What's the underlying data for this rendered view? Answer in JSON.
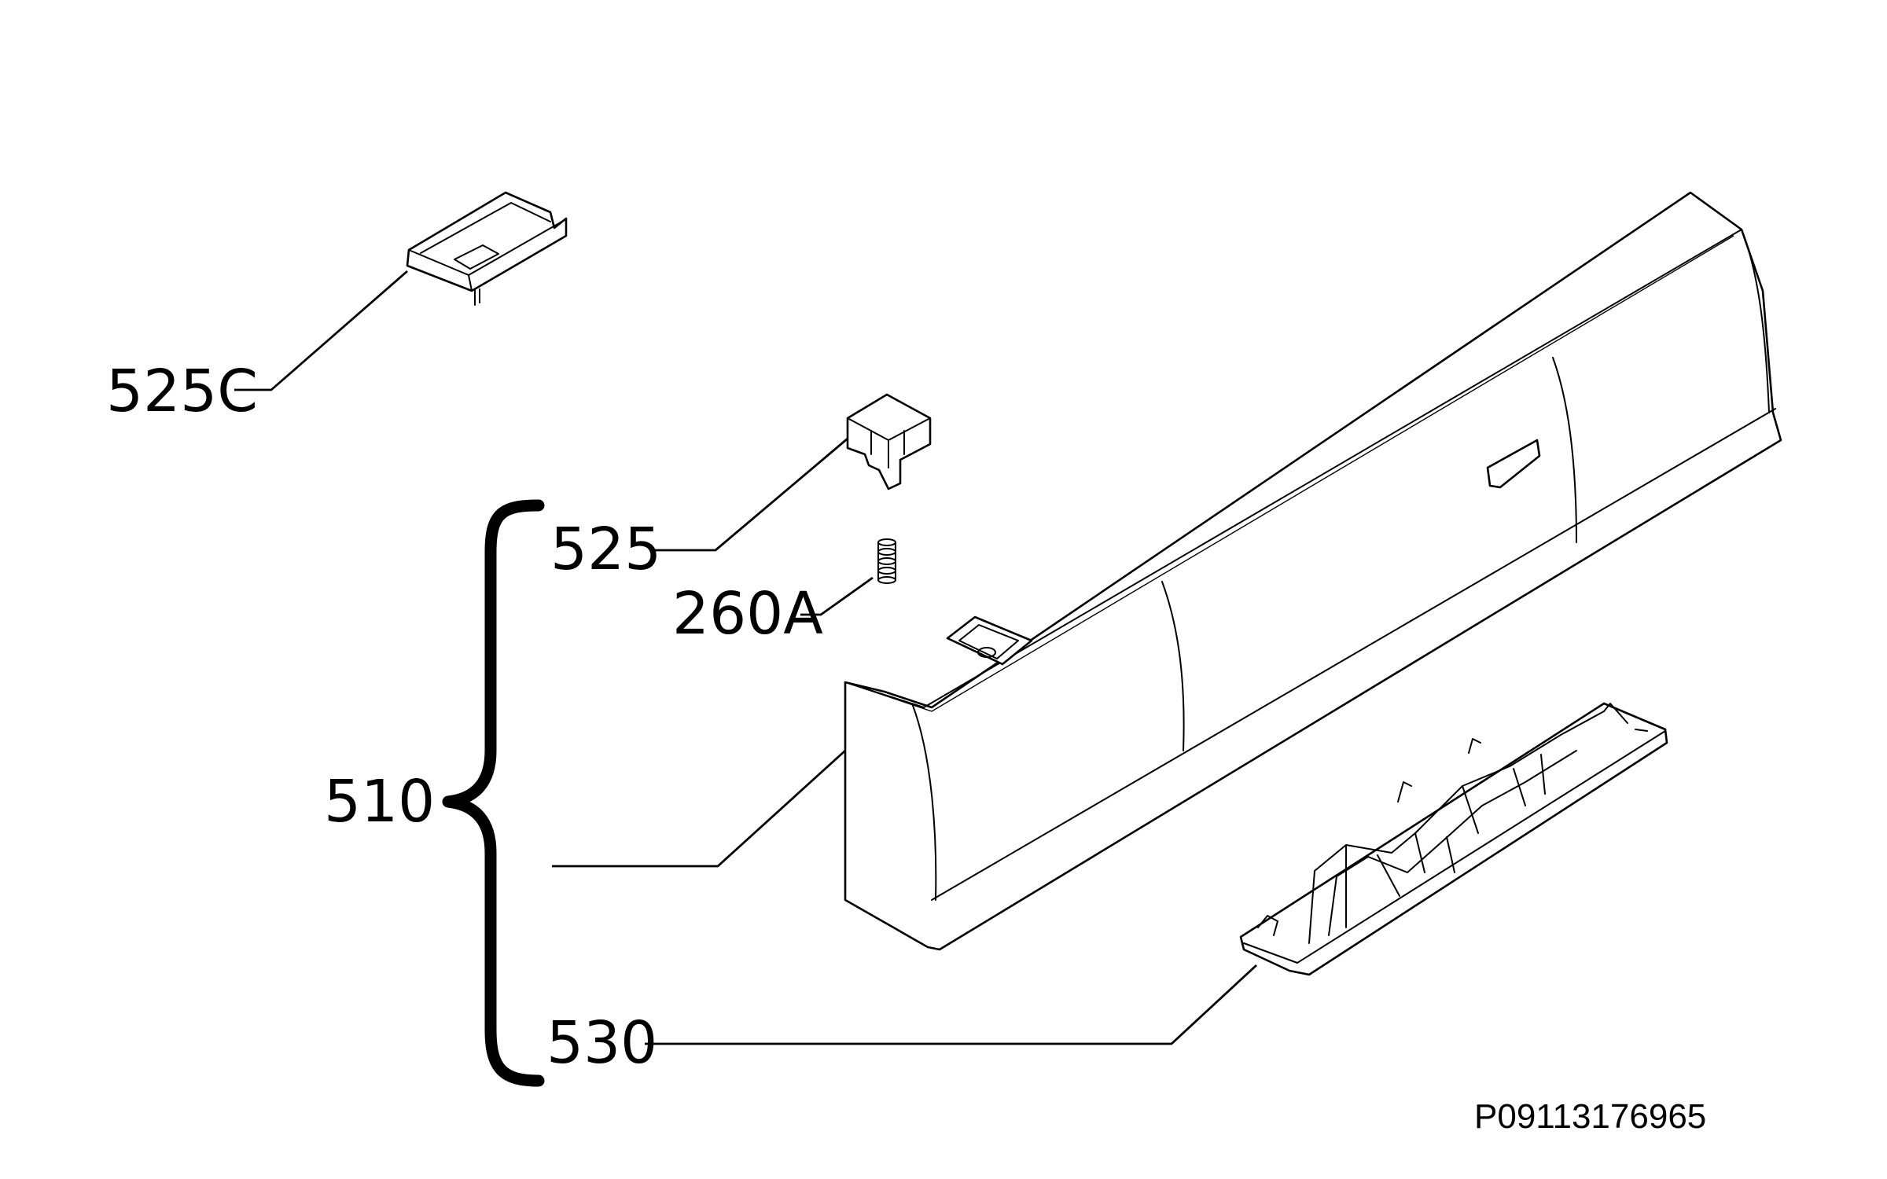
{
  "labels": {
    "part_525C": "525C",
    "part_525": "525",
    "part_260A": "260A",
    "part_510": "510",
    "part_530": "530"
  },
  "drawing_code": "P09113176965"
}
